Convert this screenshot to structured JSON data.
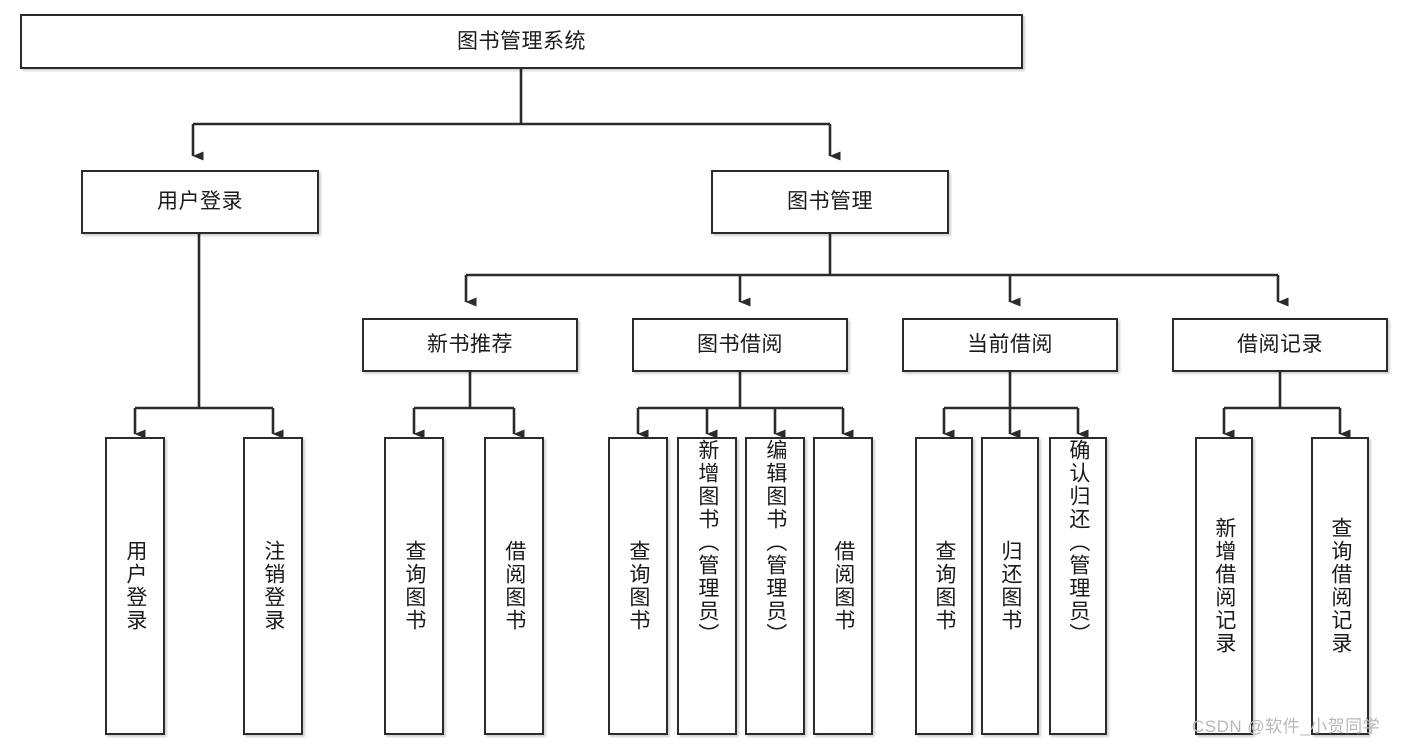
{
  "diagram": {
    "type": "tree-hierarchy-chart",
    "title": "图书管理系统",
    "watermark": "CSDN @软件_小贺同学",
    "colors": {
      "box_border": "#2b2b2b",
      "box_fill": "#ffffff",
      "connector": "#2b2b2b",
      "text": "#1a1a1a",
      "watermark": "#b8b8b8",
      "background": "#ffffff"
    },
    "levels": [
      {
        "level": 1,
        "nodes": [
          {
            "id": "root",
            "label": "图书管理系统",
            "orientation": "horizontal"
          }
        ]
      },
      {
        "level": 2,
        "nodes": [
          {
            "id": "user-login",
            "label": "用户登录",
            "orientation": "horizontal",
            "parent": "root"
          },
          {
            "id": "book-manage",
            "label": "图书管理",
            "orientation": "horizontal",
            "parent": "root"
          }
        ]
      },
      {
        "level": 3,
        "nodes": [
          {
            "id": "new-book-rec",
            "label": "新书推荐",
            "orientation": "horizontal",
            "parent": "book-manage"
          },
          {
            "id": "book-borrow",
            "label": "图书借阅",
            "orientation": "horizontal",
            "parent": "book-manage"
          },
          {
            "id": "current-borrow",
            "label": "当前借阅",
            "orientation": "horizontal",
            "parent": "book-manage"
          },
          {
            "id": "borrow-record",
            "label": "借阅记录",
            "orientation": "horizontal",
            "parent": "book-manage"
          }
        ]
      },
      {
        "level": 4,
        "nodes": [
          {
            "id": "leaf-user-login",
            "label": "用户登录",
            "orientation": "vertical",
            "parent": "user-login"
          },
          {
            "id": "leaf-logout",
            "label": "注销登录",
            "orientation": "vertical",
            "parent": "user-login"
          },
          {
            "id": "leaf-query-book-1",
            "label": "查询图书",
            "orientation": "vertical",
            "parent": "new-book-rec"
          },
          {
            "id": "leaf-borrow-book-1",
            "label": "借阅图书",
            "orientation": "vertical",
            "parent": "new-book-rec"
          },
          {
            "id": "leaf-query-book-2",
            "label": "查询图书",
            "orientation": "vertical",
            "parent": "book-borrow"
          },
          {
            "id": "leaf-add-book",
            "label": "新增图书（管理员）",
            "orientation": "vertical",
            "parent": "book-borrow"
          },
          {
            "id": "leaf-edit-book",
            "label": "编辑图书（管理员）",
            "orientation": "vertical",
            "parent": "book-borrow"
          },
          {
            "id": "leaf-borrow-book-2",
            "label": "借阅图书",
            "orientation": "vertical",
            "parent": "book-borrow"
          },
          {
            "id": "leaf-query-book-3",
            "label": "查询图书",
            "orientation": "vertical",
            "parent": "current-borrow"
          },
          {
            "id": "leaf-return-book",
            "label": "归还图书",
            "orientation": "vertical",
            "parent": "current-borrow"
          },
          {
            "id": "leaf-confirm-return",
            "label": "确认归还（管理员）",
            "orientation": "vertical",
            "parent": "current-borrow"
          },
          {
            "id": "leaf-add-record",
            "label": "新增借阅记录",
            "orientation": "vertical",
            "parent": "borrow-record"
          },
          {
            "id": "leaf-query-record",
            "label": "查询借阅记录",
            "orientation": "vertical",
            "parent": "borrow-record"
          }
        ]
      }
    ]
  }
}
